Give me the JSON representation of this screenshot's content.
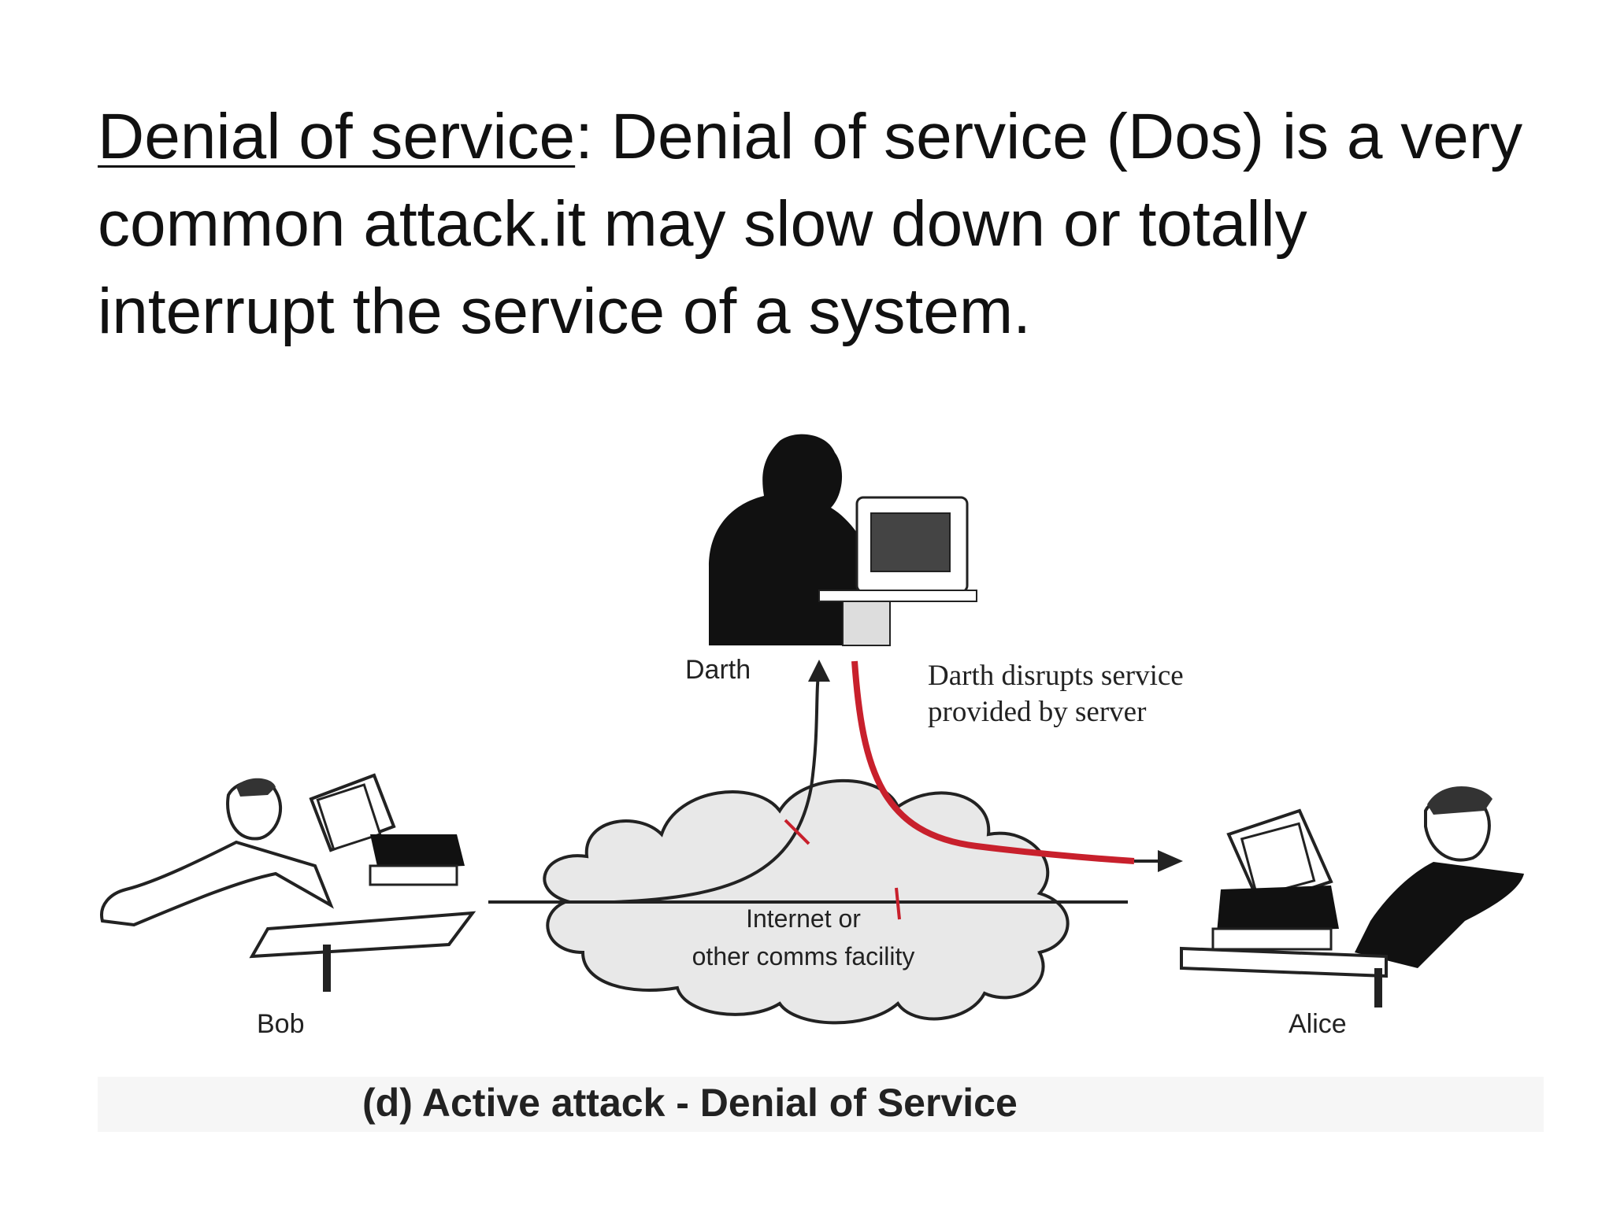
{
  "slide": {
    "term": "Denial of service",
    "colon": ":",
    "definition": " Denial of service (Dos) is a very common attack.it may slow down or totally interrupt the service of a system."
  },
  "figure": {
    "label_darth": "Darth",
    "annotation_line1": "Darth disrupts service",
    "annotation_line2": "provided by server",
    "cloud_line1": "Internet or",
    "cloud_line2": "other comms facility",
    "label_bob": "Bob",
    "label_alice": "Alice",
    "caption": "(d) Active attack - Denial of Service",
    "attack_color": "#c8202c"
  }
}
